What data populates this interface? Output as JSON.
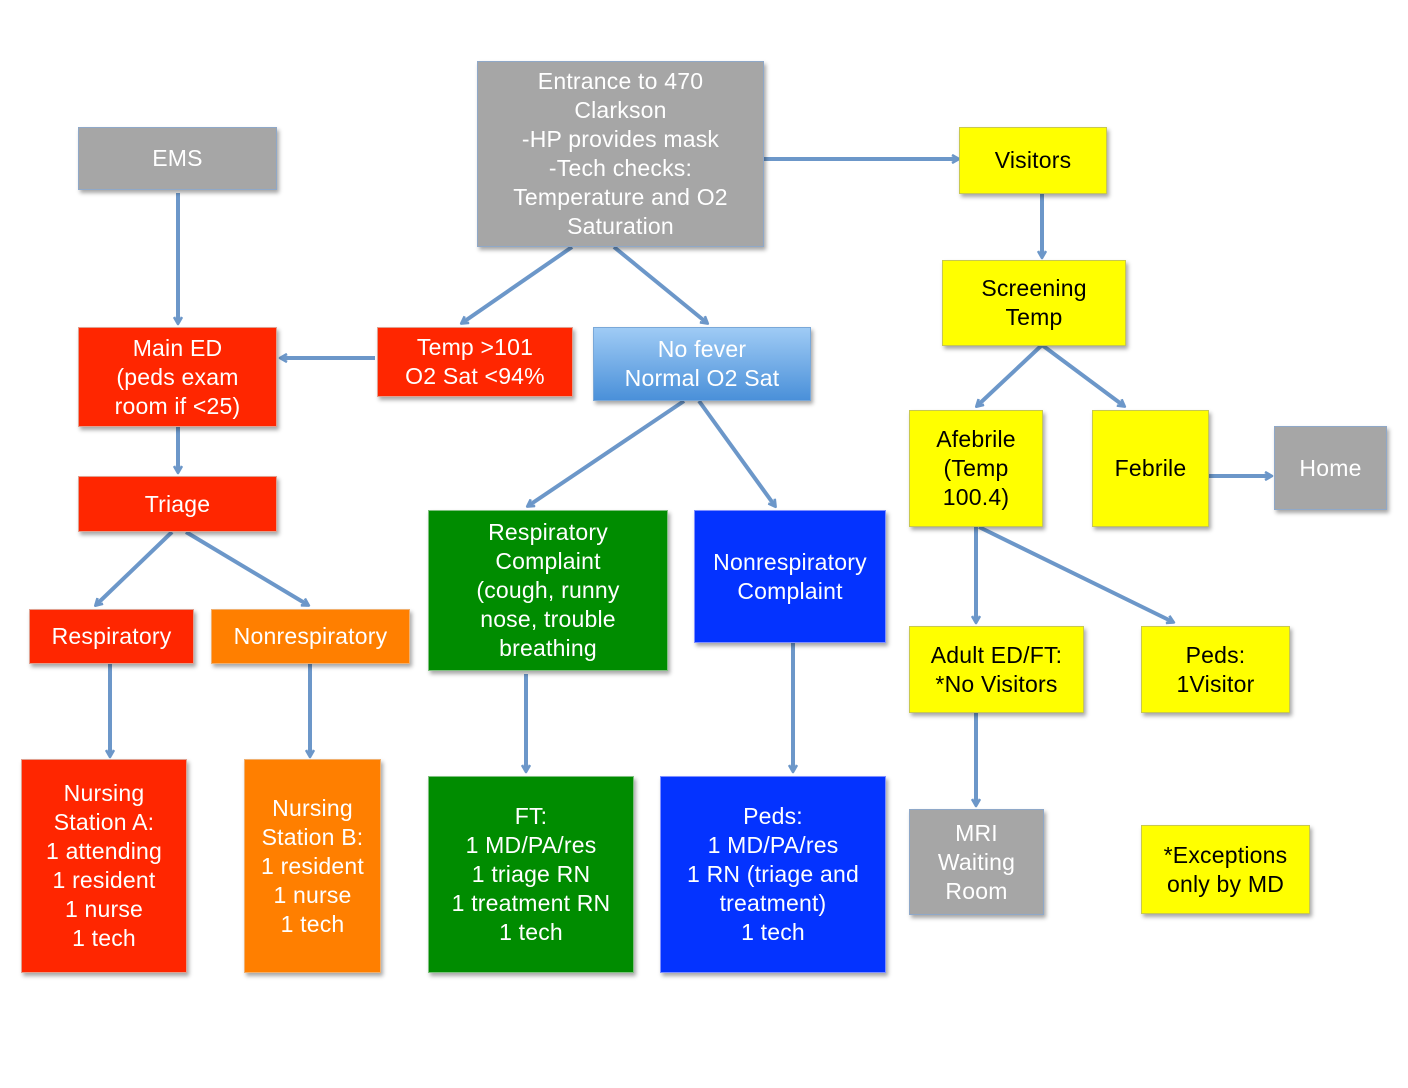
{
  "nodes": {
    "entrance": {
      "lines": [
        "Entrance to 470",
        "Clarkson",
        "-HP provides mask",
        "-Tech checks:",
        "Temperature and O2",
        "Saturation"
      ]
    },
    "ems": {
      "lines": [
        "EMS"
      ]
    },
    "visitors": {
      "lines": [
        "Visitors"
      ]
    },
    "screening": {
      "lines": [
        "Screening",
        "Temp"
      ]
    },
    "main_ed": {
      "lines": [
        "Main ED",
        "(peds exam",
        "room if <25)"
      ]
    },
    "temp_high": {
      "lines": [
        "Temp >101",
        "O2 Sat <94%"
      ]
    },
    "no_fever": {
      "lines": [
        "No fever",
        "Normal O2 Sat"
      ]
    },
    "triage": {
      "lines": [
        "Triage"
      ]
    },
    "afebrile": {
      "lines": [
        "Afebrile",
        "(Temp",
        "100.4)"
      ]
    },
    "febrile": {
      "lines": [
        "Febrile"
      ]
    },
    "home": {
      "lines": [
        "Home"
      ]
    },
    "resp_complaint": {
      "lines": [
        "Respiratory",
        "Complaint",
        "(cough, runny",
        "nose, trouble",
        "breathing"
      ]
    },
    "nonresp_complaint": {
      "lines": [
        "Nonrespiratory",
        "Complaint"
      ]
    },
    "respiratory": {
      "lines": [
        "Respiratory"
      ]
    },
    "nonrespiratory": {
      "lines": [
        "Nonrespiratory"
      ]
    },
    "adult_ed": {
      "lines": [
        "Adult ED/FT:",
        "*No Visitors"
      ]
    },
    "peds_visitor": {
      "lines": [
        "Peds:",
        "1Visitor"
      ]
    },
    "station_a": {
      "lines": [
        "Nursing",
        "Station A:",
        "1 attending",
        "1 resident",
        "1 nurse",
        "1 tech"
      ]
    },
    "station_b": {
      "lines": [
        "Nursing",
        "Station B:",
        "1 resident",
        "1 nurse",
        "1 tech"
      ]
    },
    "ft": {
      "lines": [
        "FT:",
        "1 MD/PA/res",
        "1 triage RN",
        "1 treatment RN",
        "1 tech"
      ]
    },
    "peds_staff": {
      "lines": [
        "Peds:",
        "1 MD/PA/res",
        "1 RN (triage and",
        "treatment)",
        "1 tech"
      ]
    },
    "mri": {
      "lines": [
        "MRI",
        "Waiting",
        "Room"
      ]
    },
    "exceptions": {
      "lines": [
        "*Exceptions",
        "only by MD"
      ]
    }
  },
  "colors": {
    "gray": "#a6a6a6",
    "red": "#ff2600",
    "orange": "#ff7f00",
    "green": "#008c00",
    "blue": "#0433ff",
    "light_blue": "#4a90d9",
    "yellow": "#ffff00",
    "arrow": "#6c97c9"
  },
  "edges": [
    {
      "from": "entrance",
      "to": "visitors"
    },
    {
      "from": "entrance",
      "to": "temp_high"
    },
    {
      "from": "entrance",
      "to": "no_fever"
    },
    {
      "from": "ems",
      "to": "main_ed"
    },
    {
      "from": "temp_high",
      "to": "main_ed"
    },
    {
      "from": "main_ed",
      "to": "triage"
    },
    {
      "from": "triage",
      "to": "respiratory"
    },
    {
      "from": "triage",
      "to": "nonrespiratory"
    },
    {
      "from": "respiratory",
      "to": "station_a"
    },
    {
      "from": "nonrespiratory",
      "to": "station_b"
    },
    {
      "from": "no_fever",
      "to": "resp_complaint"
    },
    {
      "from": "no_fever",
      "to": "nonresp_complaint"
    },
    {
      "from": "resp_complaint",
      "to": "ft"
    },
    {
      "from": "nonresp_complaint",
      "to": "peds_staff"
    },
    {
      "from": "visitors",
      "to": "screening"
    },
    {
      "from": "screening",
      "to": "afebrile"
    },
    {
      "from": "screening",
      "to": "febrile"
    },
    {
      "from": "febrile",
      "to": "home"
    },
    {
      "from": "afebrile",
      "to": "adult_ed"
    },
    {
      "from": "afebrile",
      "to": "peds_visitor"
    },
    {
      "from": "adult_ed",
      "to": "mri"
    }
  ]
}
